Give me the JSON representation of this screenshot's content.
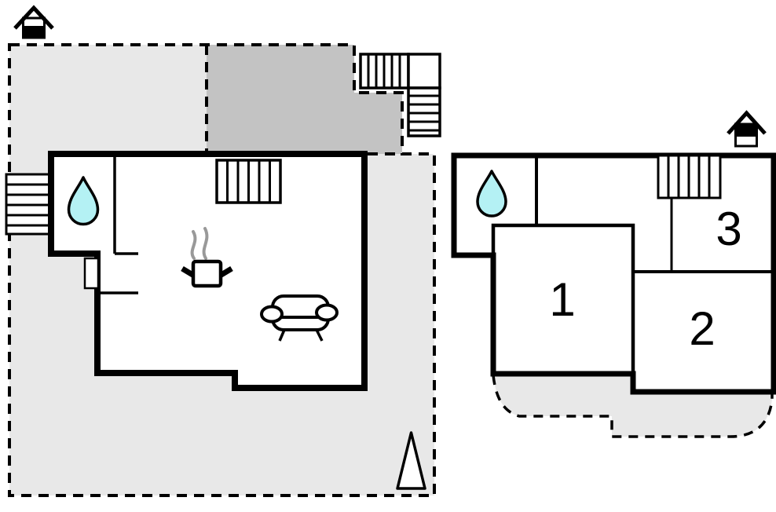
{
  "document": {
    "type": "vacation-home-floor-plan",
    "floors": 2
  },
  "colors": {
    "plot_fill": "#e8e8e8",
    "terrace_dark_fill": "#c3c3c3",
    "terrace_light_fill": "#e8e8e8",
    "water": "#b4f1f4",
    "steam": "#999999",
    "wall": "#000000",
    "paper": "#ffffff"
  },
  "ground_floor": {
    "name": "ground floor plan",
    "level_icon": "house icon, lower half filled (ground level)",
    "features": [
      "plot boundary (dashed)",
      "dark terrace",
      "L-shaped exterior staircase",
      "entrance steps",
      "interior staircase",
      "bathroom water drop",
      "stove with steam",
      "sofa",
      "tree"
    ],
    "rooms": []
  },
  "upper_floor": {
    "name": "upper floor plan",
    "level_icon": "house icon, upper half filled (upper level)",
    "features": [
      "staircase",
      "bathroom water drop",
      "balcony terrace (dashed)"
    ],
    "rooms": [
      {
        "label": "1"
      },
      {
        "label": "2"
      },
      {
        "label": "3"
      }
    ]
  }
}
